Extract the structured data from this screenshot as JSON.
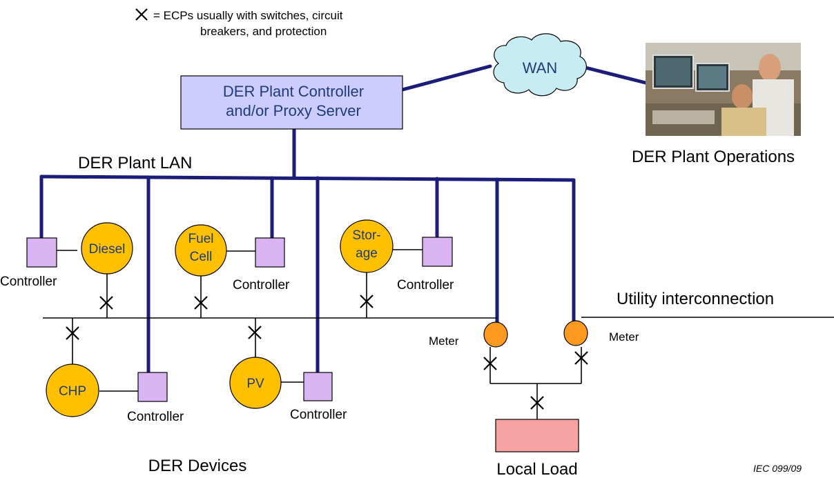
{
  "legend": {
    "symbol": "cross-symbol",
    "line1": "= ECPs usually with switches, circuit",
    "line2": "breakers, and protection"
  },
  "plant_controller": {
    "line1": "DER Plant Controller",
    "line2": "and/or Proxy Server"
  },
  "wan": {
    "label": "WAN"
  },
  "operations": {
    "label": "DER Plant Operations"
  },
  "lan": {
    "label": "DER Plant LAN"
  },
  "devices": {
    "diesel": "Diesel",
    "fuel_cell": [
      "Fuel",
      "Cell"
    ],
    "storage": [
      "Stor-",
      "age"
    ],
    "chp": "CHP",
    "pv": "PV"
  },
  "controller_label": "Controller",
  "meter_label": "Meter",
  "utility": {
    "label": "Utility interconnection"
  },
  "local_load": {
    "label": "Local Load"
  },
  "der_devices": {
    "label": "DER Devices"
  },
  "figure_id": "IEC   099/09",
  "colors": {
    "lan_line": "#1c1c7a",
    "controller_box": "#d9b3f2",
    "device_circle": "#ffc000",
    "meter": "#ff9a20",
    "load_box": "#f7a3a3",
    "plant_box": "#ccccff"
  }
}
